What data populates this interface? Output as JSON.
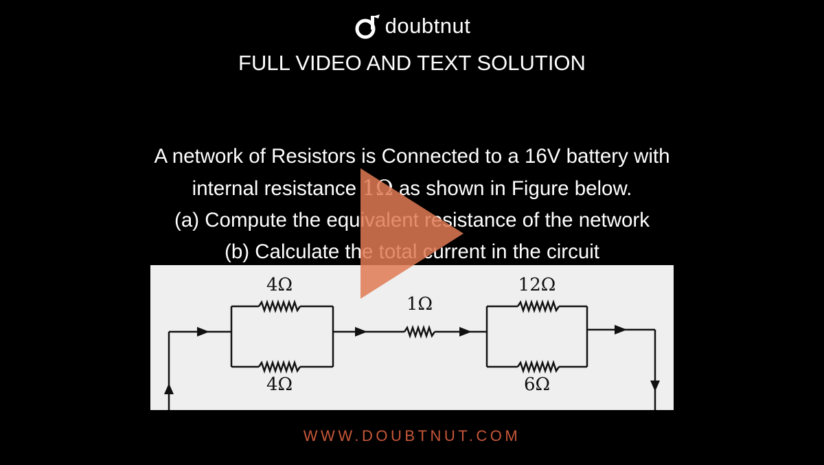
{
  "brand": {
    "name": "doubtnut",
    "logo_icon": "doubtnut-logo-icon"
  },
  "subtitle": "FULL VIDEO AND TEXT SOLUTION",
  "question": {
    "line1": "A network of Resistors is Connected to a 16V battery with",
    "line2_pre": "internal resistance ",
    "line2_math": "1Ω",
    "line2_post": " as shown in Figure below.",
    "line3": "(a) Compute the equivalent resistance of the network",
    "line4": "(b) Calculate the total current in the circuit"
  },
  "figure": {
    "labels": {
      "top_left": "4Ω",
      "bottom_left": "4Ω",
      "middle": "1Ω",
      "top_right": "12Ω",
      "bottom_right": "6Ω"
    }
  },
  "play_button": {
    "icon": "play-icon",
    "color": "#e07a55"
  },
  "footer": "WWW.DOUBTNUT.COM",
  "colors": {
    "background": "#000000",
    "accent": "#c8573a"
  }
}
